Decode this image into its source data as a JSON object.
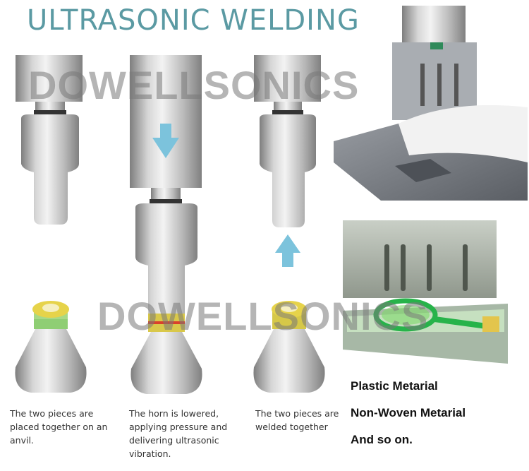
{
  "title": "ULTRASONIC WELDING",
  "watermark": "DOWELLSONICS",
  "steps": [
    {
      "caption": "The two pieces are placed together on an anvil."
    },
    {
      "caption": "The horn is lowered, applying pressure and delivering ultrasonic vibration."
    },
    {
      "caption": "The two pieces are welded together"
    }
  ],
  "materials": [
    "Plastic Metarial",
    "Non-Woven Metarial",
    "And so on."
  ],
  "colors": {
    "title": "#5b9aa3",
    "arrow": "#7cc3dc",
    "metal_light": "#e8e8e8",
    "metal_dark": "#8a8a8a",
    "part_yellow": "#e6d34a",
    "part_green": "#9fd27c",
    "weld_red": "#d9412b"
  },
  "icons": [
    "down-arrow-icon",
    "up-arrow-icon"
  ]
}
